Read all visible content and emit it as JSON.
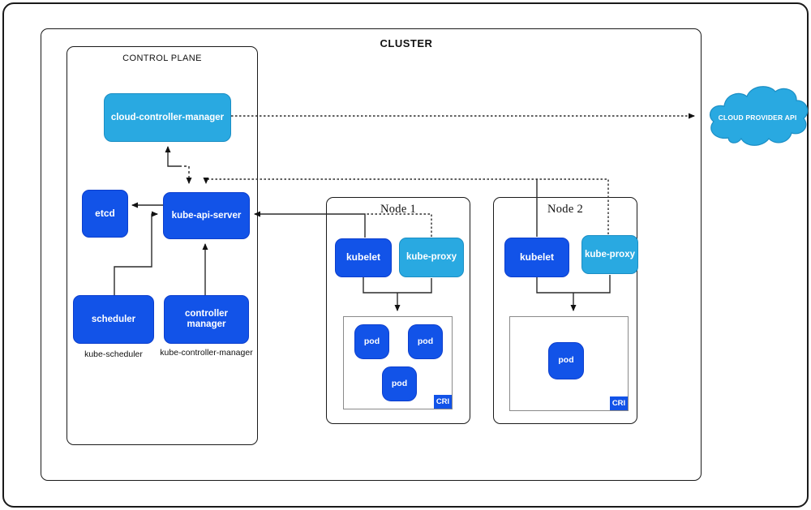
{
  "colors": {
    "dark_blue": "#1253E8",
    "light_blue": "#29A9E1",
    "line": "#1a1a1a"
  },
  "cluster": {
    "label": "CLUSTER"
  },
  "control_plane": {
    "label": "CONTROL PLANE",
    "cloud_controller_manager": "cloud-controller-manager",
    "etcd": "etcd",
    "kube_api_server": "kube-api-server",
    "scheduler": "scheduler",
    "controller_manager": "controller manager",
    "scheduler_caption": "kube-scheduler",
    "controller_manager_caption": "kube-controller-manager"
  },
  "nodes": [
    {
      "label": "Node 1",
      "kubelet": "kubelet",
      "kube_proxy": "kube-proxy",
      "cri": "CRI",
      "pods": [
        "pod",
        "pod",
        "pod"
      ]
    },
    {
      "label": "Node 2",
      "kubelet": "kubelet",
      "kube_proxy": "kube-proxy",
      "cri": "CRI",
      "pods": [
        "pod"
      ]
    }
  ],
  "cloud_provider_api": {
    "label": "CLOUD PROVIDER API"
  }
}
